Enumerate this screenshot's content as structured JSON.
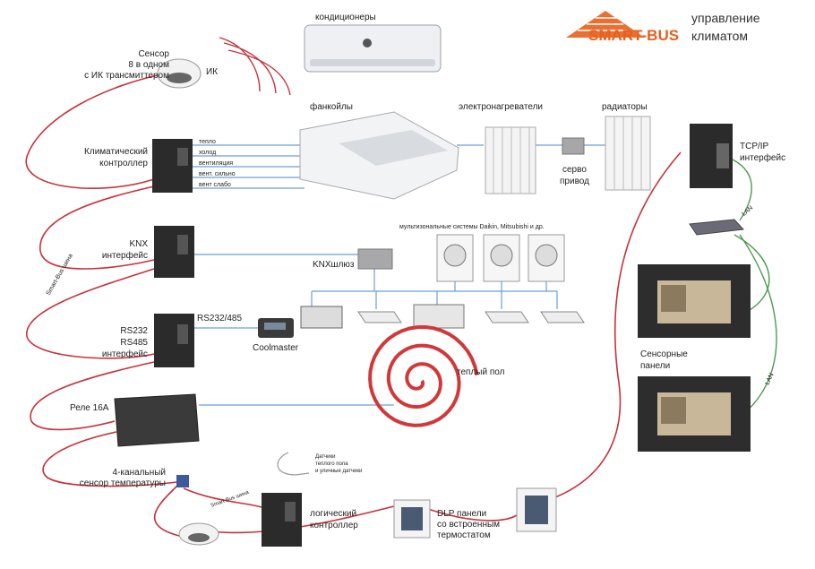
{
  "brand": {
    "name": "SMART-BUS",
    "tagline_1": "управление",
    "tagline_2": "климатом"
  },
  "labels": {
    "conditioners": "кондиционеры",
    "sensor_1": "Сенсор",
    "sensor_2": "8 в одном",
    "sensor_3": "с ИК трансмиттером",
    "ik": "ИК",
    "fancoils": "фанкойлы",
    "heaters": "электронагреватели",
    "radiators": "радиаторы",
    "servo_1": "серво",
    "servo_2": "привод",
    "climate_1": "Климатический",
    "climate_2": "контроллер",
    "tcpip_1": "TCP/IP",
    "tcpip_2": "интерфейс",
    "lan_1": "LAN",
    "lan_2": "LAN",
    "multizone": "мультизональные системы Daikin, Mitsubishi и др.",
    "knx_1": "KNX",
    "knx_2": "интерфейс",
    "knx_gateway": "KNXшлюз",
    "smartbus_wire": "Smart-Bus шина",
    "rs_1": "RS232",
    "rs_2": "RS485",
    "rs_3": "интерфейс",
    "rs_bus": "RS232/485",
    "coolmaster": "Coolmaster",
    "warm_floor": "теплый пол",
    "touch_1": "Сенсорные",
    "touch_2": "панели",
    "relay": "Реле 16А",
    "temp_1": "4-канальный",
    "temp_2": "сенсор температуры",
    "probes_1": "Датчики",
    "probes_2": "теплого пола",
    "probes_3": "и уличные датчики",
    "smartbus_small": "Smart-Bus шина",
    "logic_1": "логический",
    "logic_2": "контроллер",
    "dlp_1": "DLP панели",
    "dlp_2": "со встроенным",
    "dlp_3": "термостатом"
  },
  "climate_outputs": [
    "тепло",
    "холод",
    "вентиляция",
    "вент. сильно",
    "вент слабо"
  ],
  "colors": {
    "bus": "#c8313a",
    "lan": "#4f9a4f",
    "signal": "#6c9fd4",
    "brand": "#e7601e",
    "device": "#2b2b2b"
  }
}
